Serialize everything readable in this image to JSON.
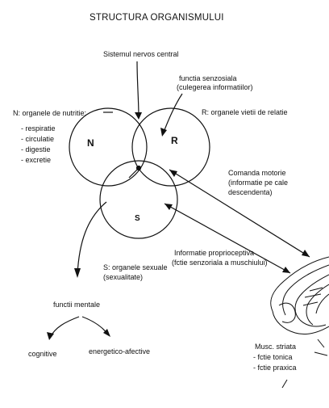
{
  "title": "STRUCTURA ORGANISMULUI",
  "cns": "Sistemul nervos central",
  "sensory": {
    "line1": "functia senzosiala",
    "line2": "(culegerea informatiilor)"
  },
  "n_group": {
    "label": "N: organele de nutritie:",
    "items": [
      "- respiratie",
      "- circulatie",
      "- digestie",
      "- excretie"
    ]
  },
  "r_group": {
    "label": "R: organele vietii de relatie"
  },
  "circles": {
    "n": "N",
    "r": "R",
    "s": "S"
  },
  "motor": {
    "line1": "Comanda motorie",
    "line2": "(informatie pe cale",
    "line3": "descendenta)"
  },
  "proprio": {
    "line1": "Informatie proprioceptiva",
    "line2": "(fctie senzoriala a muschiului)"
  },
  "s_group": {
    "line1": "S: organele sexuale",
    "line2": "(sexualitate)"
  },
  "mental": {
    "label": "functii mentale",
    "left": "cognitive",
    "right": "energetico-afective"
  },
  "muscle": {
    "line1": "Musc. striata",
    "line2": "- fctie tonica",
    "line3": "- fctie praxica"
  },
  "colors": {
    "ink": "#111111",
    "background": "#ffffff"
  }
}
